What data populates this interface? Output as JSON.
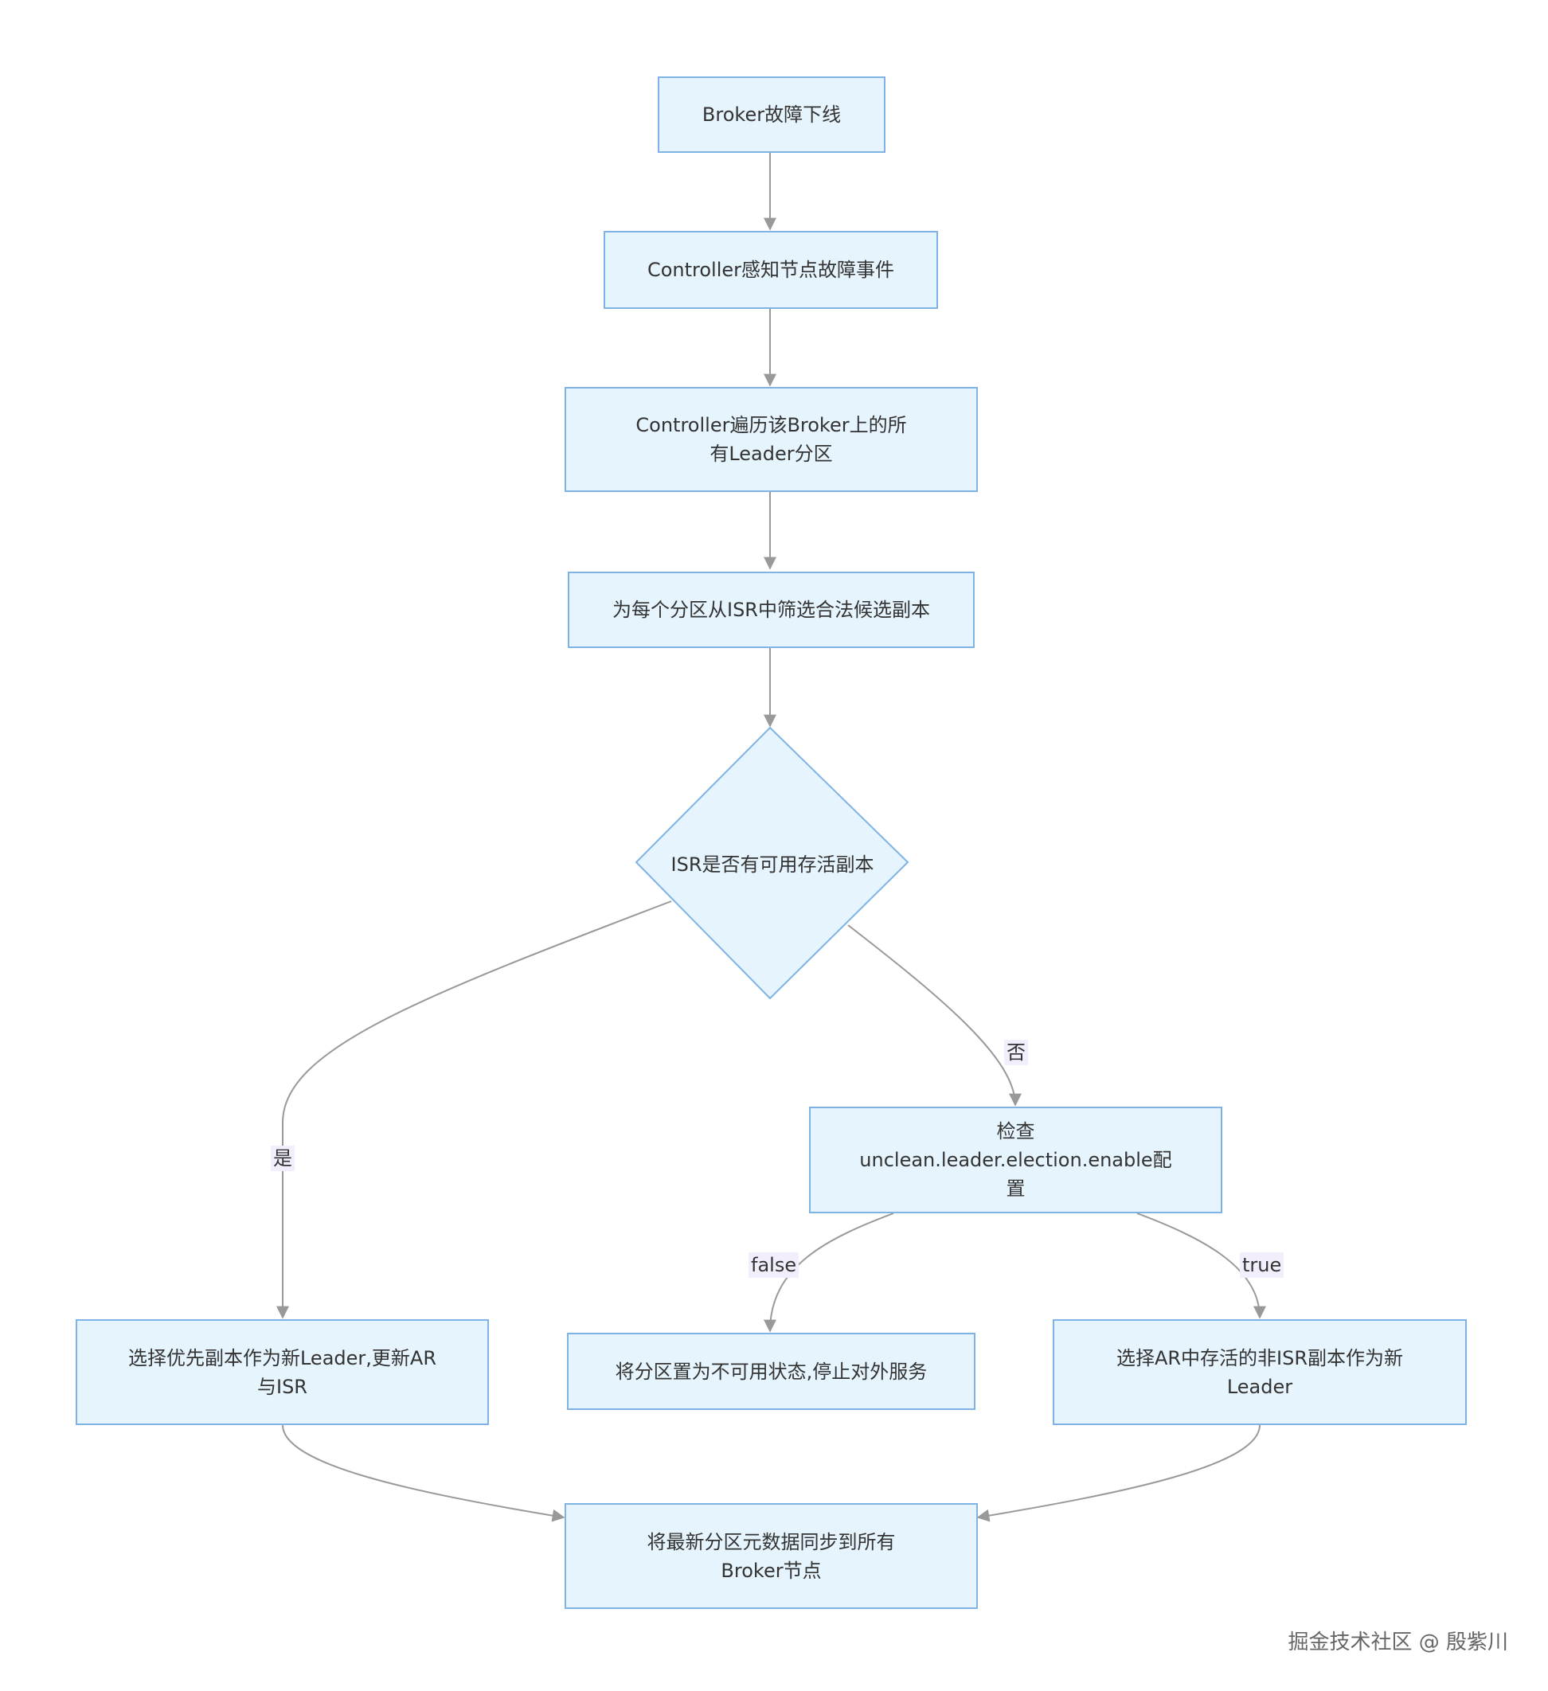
{
  "nodes": {
    "broker_offline": "Broker故障下线",
    "controller_detect": "Controller感知节点故障事件",
    "controller_traverse": "Controller遍历该Broker上的所有Leader分区",
    "filter_candidates": "为每个分区从ISR中筛选合法候选副本",
    "isr_alive_decision": "ISR是否有可用存活副本",
    "check_unclean_config": "检查unclean.leader.election.enable配置",
    "select_preferred": "选择优先副本作为新Leader,更新AR与ISR",
    "partition_unavailable": "将分区置为不可用状态,停止对外服务",
    "select_ar_non_isr": "选择AR中存活的非ISR副本作为新Leader",
    "sync_metadata": "将最新分区元数据同步到所有Broker节点"
  },
  "edge_labels": {
    "yes": "是",
    "no": "否",
    "false": "false",
    "true": "true"
  },
  "colors": {
    "node_fill": "#e6f4fd",
    "node_border": "#7fb3e6",
    "edge": "#999999",
    "edge_label_bg": "#f2eefc"
  },
  "watermark": "掘金技术社区 @ 殷紫川"
}
